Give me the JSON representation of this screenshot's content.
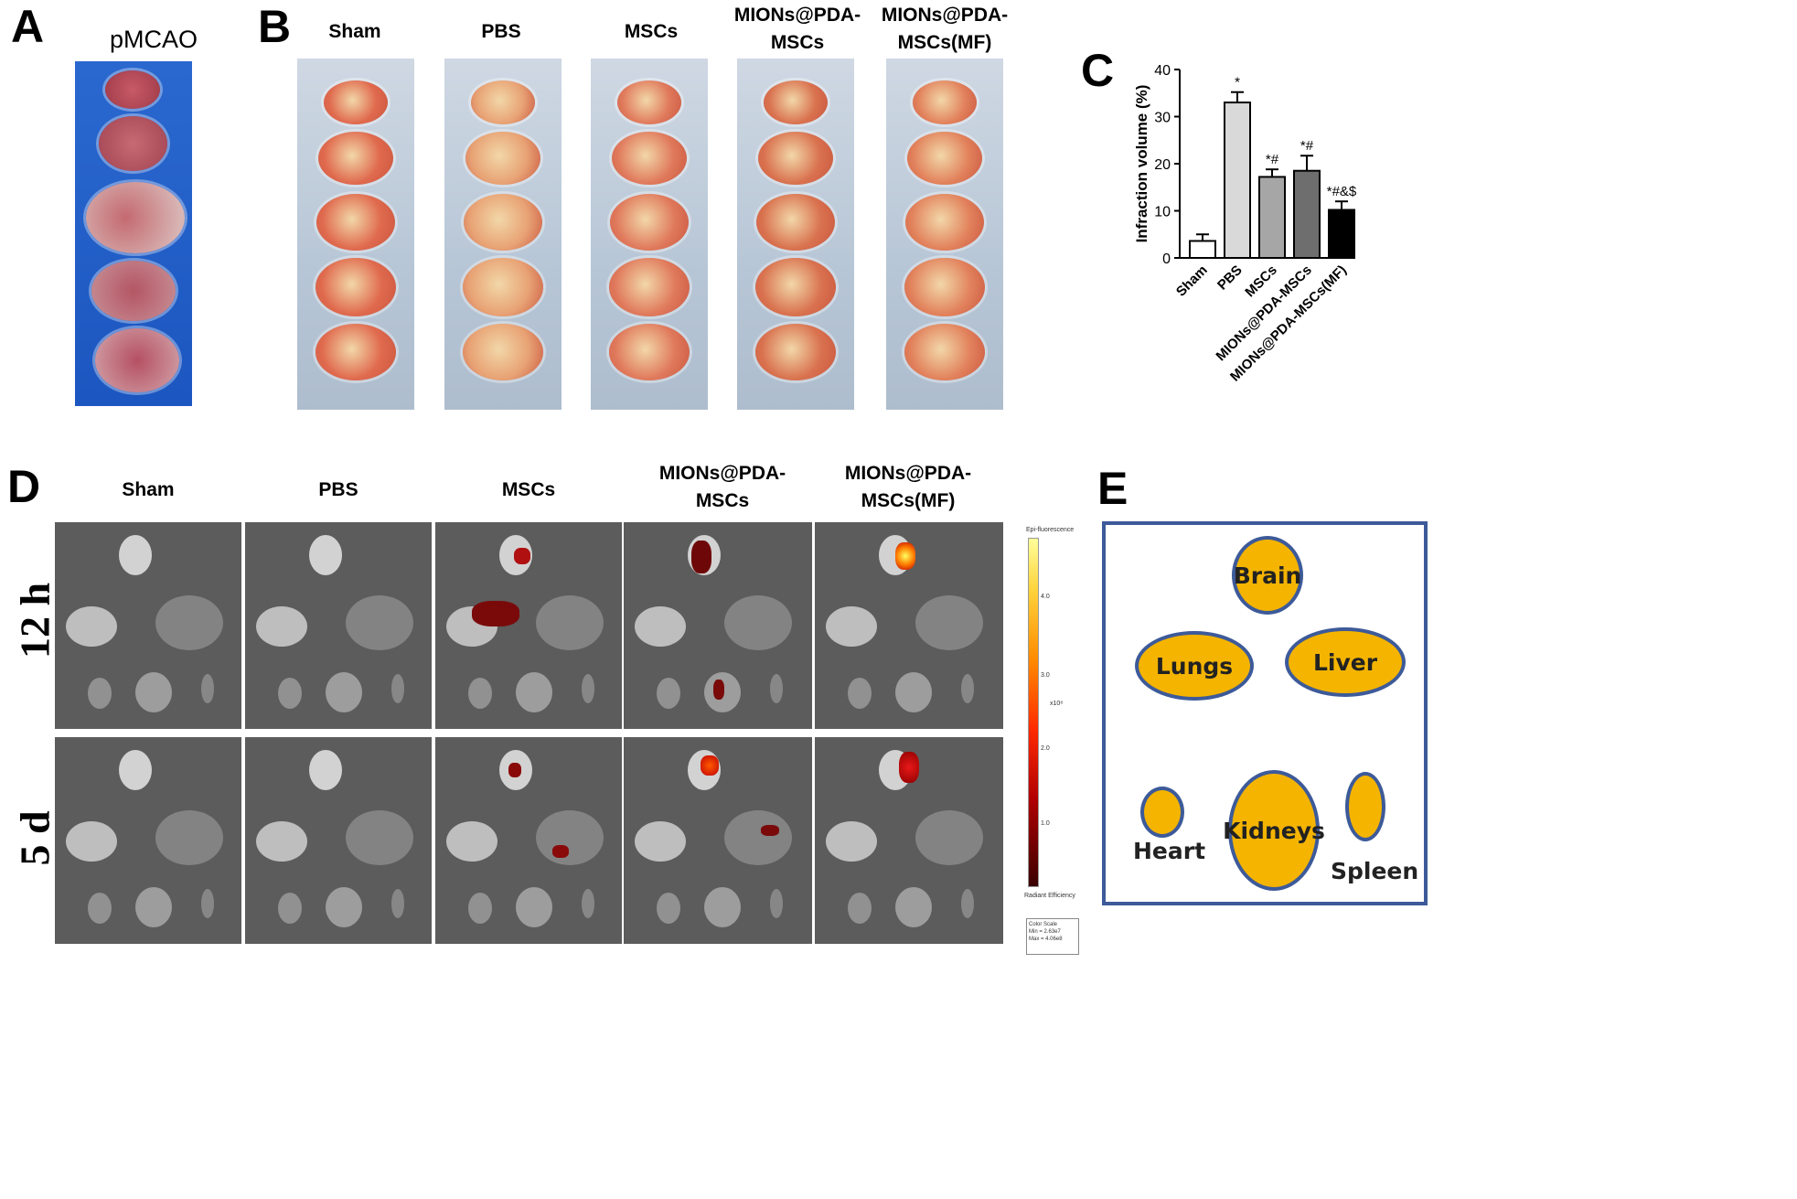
{
  "panels": {
    "a": {
      "letter": "A",
      "title": "pMCAO"
    },
    "b": {
      "letter": "B",
      "groups": [
        "Sham",
        "PBS",
        "MSCs",
        "MIONs@PDA-\nMSCs",
        "MIONs@PDA-\nMSCs(MF)"
      ]
    },
    "c": {
      "letter": "C"
    },
    "d": {
      "letter": "D",
      "groups": [
        "Sham",
        "PBS",
        "MSCs",
        "MIONs@PDA-\nMSCs",
        "MIONs@PDA-\nMSCs(MF)"
      ],
      "rows": [
        "12 h",
        "5 d"
      ],
      "colorbar": {
        "title": "Epi-fluorescence",
        "ticks": [
          "4.0",
          "3.0",
          "2.0",
          "1.0"
        ],
        "exponent": "x10⁸",
        "footer": "Radiant Efficiency",
        "scale_title": "Color Scale",
        "scale_min": "Min = 2.63e7",
        "scale_max": "Max = 4.06e8"
      }
    },
    "e": {
      "letter": "E",
      "organs": [
        "Brain",
        "Lungs",
        "Liver",
        "Heart",
        "Kidneys",
        "Spleen"
      ]
    }
  },
  "chart_data": {
    "type": "bar",
    "ylabel": "Infraction volume (%)",
    "ylim": [
      0,
      40
    ],
    "yticks": [
      0,
      10,
      20,
      30,
      40
    ],
    "categories": [
      "Sham",
      "PBS",
      "MSCs",
      "MIONs@PDA-MSCs",
      "MIONs@PDA-MSCs(MF)"
    ],
    "values": [
      3.6,
      33.0,
      17.2,
      18.5,
      10.2
    ],
    "errors": [
      1.4,
      2.2,
      1.6,
      3.2,
      1.8
    ],
    "annotations": [
      "",
      "*",
      "*#",
      "*#",
      "*#&$"
    ],
    "colors": [
      "#ffffff",
      "#d9d9d9",
      "#a6a6a6",
      "#6e6e6e",
      "#000000"
    ]
  }
}
